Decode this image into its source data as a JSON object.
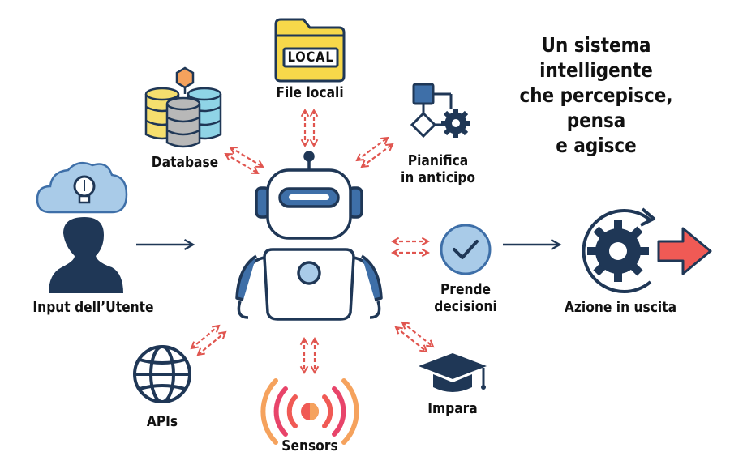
{
  "tagline": [
    "Un sistema",
    "intelligente",
    "che percepisce,",
    "pensa",
    "e agisce"
  ],
  "nodes": {
    "input": {
      "label": "Input dell’Utente",
      "icon": "user-lightbulb-icon"
    },
    "database": {
      "label": "Database",
      "icon": "database-icon"
    },
    "files": {
      "label": "File locali",
      "folder_text": "LOCAL",
      "icon": "folder-icon"
    },
    "plan": {
      "label_1": "Pianifica",
      "label_2": "in anticipo",
      "icon": "flowchart-gear-icon"
    },
    "decide": {
      "label_1": "Prende",
      "label_2": "decisioni",
      "icon": "checkmark-icon"
    },
    "output": {
      "label": "Azione in uscita",
      "icon": "gear-arrow-icon"
    },
    "learn": {
      "label": "Impara",
      "icon": "graduation-cap-icon"
    },
    "sensors": {
      "label": "Sensors",
      "icon": "sensor-waves-icon"
    },
    "apis": {
      "label": "APIs",
      "icon": "globe-icon"
    },
    "agent": {
      "icon": "robot-icon"
    }
  },
  "colors": {
    "navy": "#1f3756",
    "robot_blue": "#3e6fa8",
    "light_blue": "#a9cbe8",
    "dashed_red": "#e0554f",
    "accent_red": "#f05a55",
    "folder_yellow": "#f7d84a",
    "db_yellow": "#f5df6e",
    "db_teal": "#8fd4e6",
    "db_gray": "#b8b8b8",
    "db_orange": "#f5a25d"
  }
}
